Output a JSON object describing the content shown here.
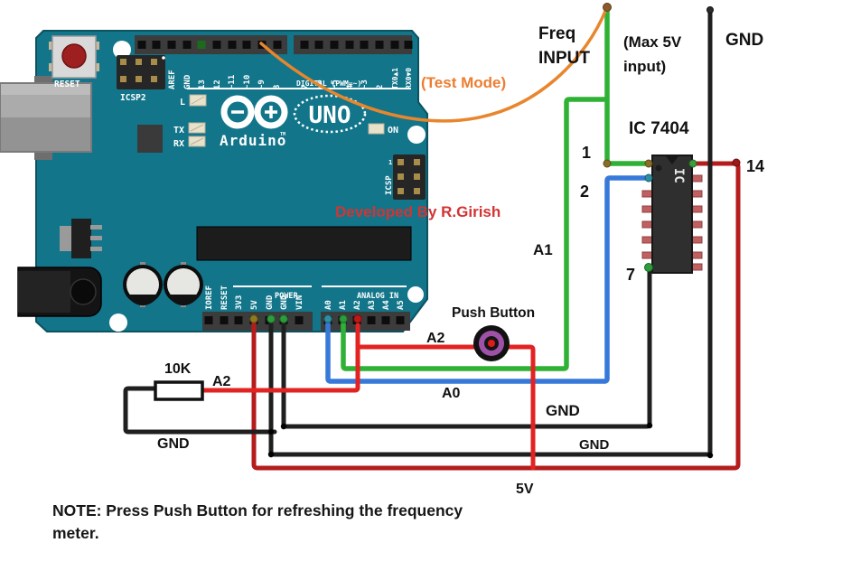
{
  "colors": {
    "board_teal": "#12758a",
    "wire_green": "#2eb135",
    "wire_blue": "#3779d9",
    "wire_red": "#e32222",
    "wire_dark_red": "#b51c1c",
    "wire_black": "#1f1f1f",
    "wire_orange": "#e8862d",
    "annotation_orange": "#ed7d31",
    "annotation_red": "#d23434",
    "button_purple": "#9d52a8"
  },
  "annotations": {
    "freq_input": "Freq\nINPUT",
    "max_input": "(Max 5V\ninput)",
    "gnd_top": "GND",
    "ic_title": "IC 7404",
    "pin1": "1",
    "pin2": "2",
    "pin7": "7",
    "pin14": "14",
    "a1": "A1",
    "test_mode": "(Test Mode)",
    "developed_by": "Developed By R.Girish",
    "push_button": "Push Button",
    "a2_button": "A2",
    "a0": "A0",
    "gnd_mid": "GND",
    "gnd_low": "GND",
    "five_v": "5V",
    "resistor_value": "10K",
    "a2_resistor": "A2",
    "gnd_resistor": "GND",
    "note": "NOTE: Press Push Button for refreshing the frequency\nmeter."
  },
  "arduino": {
    "logo_text": "Arduino",
    "logo_tm": "TM",
    "model": "UNO",
    "reset_label": "RESET",
    "icsp2_label": "ICSP2",
    "icsp_label": "ICSP",
    "icsp_pin1": "1",
    "led_l": "L",
    "led_tx": "TX",
    "led_rx": "RX",
    "led_on": "ON",
    "digital_label": "DIGITAL (PWM=~)",
    "power_label": "POWER",
    "analog_label": "ANALOG IN",
    "top_pins": [
      "AREF",
      "GND",
      "13",
      "12",
      "~11",
      "~10",
      "~9",
      "8"
    ],
    "top_pins2": [
      "7",
      "~6",
      "~5",
      "4",
      "~3",
      "2",
      "TX0▲1",
      "RX0▼0"
    ],
    "power_pins": [
      "IOREF",
      "RESET",
      "3V3",
      "5V",
      "GND",
      "GND",
      "VIN"
    ],
    "analog_pins": [
      "A0",
      "A1",
      "A2",
      "A3",
      "A4",
      "A5"
    ]
  },
  "ic": {
    "marking": "IC"
  }
}
